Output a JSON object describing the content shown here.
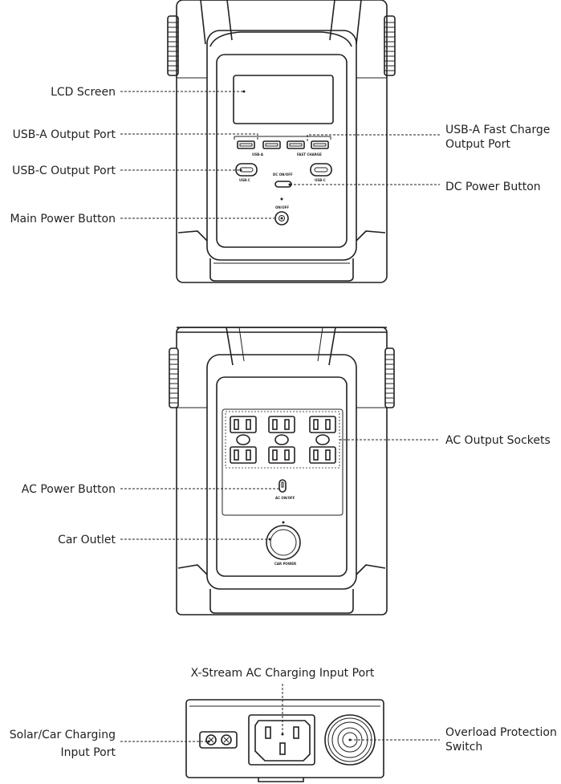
{
  "views": {
    "front": {
      "labels": {
        "lcd_screen": "LCD Screen",
        "usb_a_output": "USB-A Output Port",
        "usb_c_output": "USB-C Output Port",
        "main_power_button": "Main Power Button",
        "usb_a_fast_charge_line1": "USB-A Fast Charge",
        "usb_a_fast_charge_line2": "Output Port",
        "dc_power_button": "DC Power Button"
      },
      "panel_text": {
        "usb_a": "USB-A",
        "fast_charge": "FAST CHARGE",
        "usb_c_left": "USB-C",
        "usb_c_right": "USB-C",
        "dc_on_off": "DC ON/OFF",
        "on_off": "ON/OFF"
      }
    },
    "rear": {
      "labels": {
        "ac_output_sockets": "AC Output Sockets",
        "ac_power_button": "AC Power Button",
        "car_outlet": "Car Outlet"
      },
      "panel_text": {
        "ac_on_off": "AC ON/OFF",
        "car_power": "CAR POWER"
      }
    },
    "side": {
      "labels": {
        "xstream_ac_input": "X-Stream AC Charging Input Port",
        "solar_car_line1": "Solar/Car Charging",
        "solar_car_line2": "Input Port",
        "overload_line1": "Overload Protection",
        "overload_line2": "Switch"
      }
    }
  }
}
